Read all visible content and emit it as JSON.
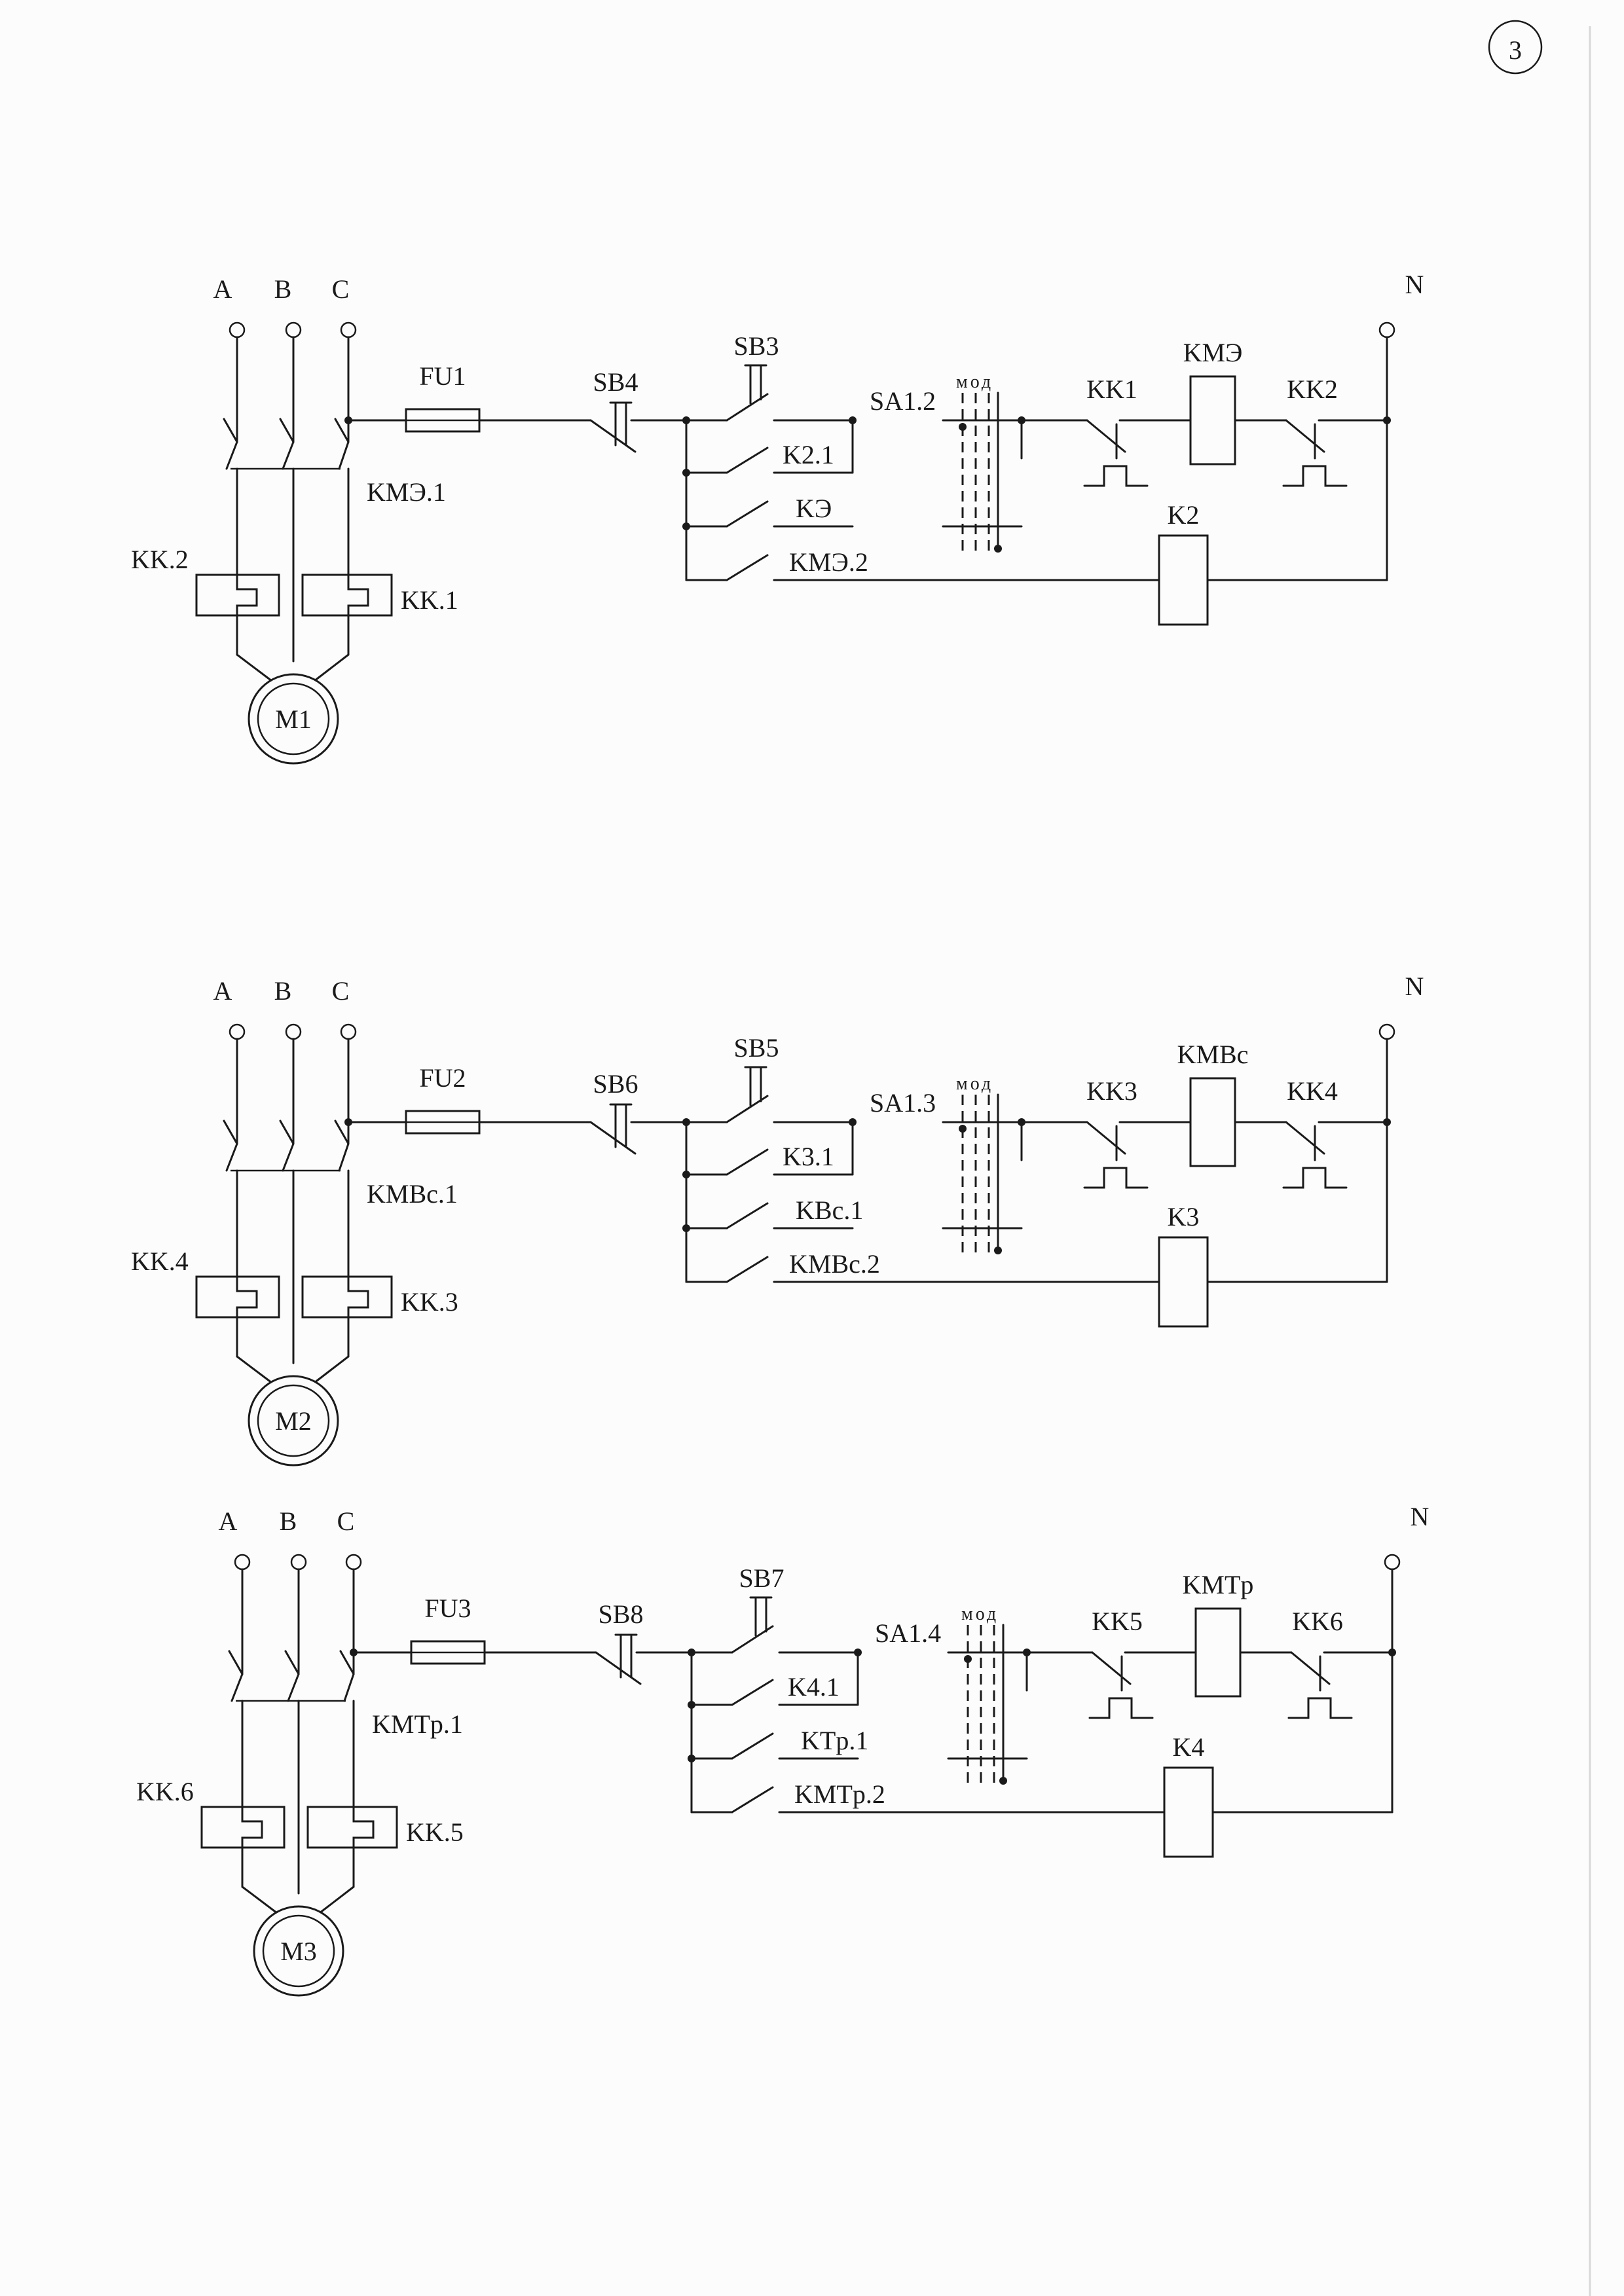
{
  "sheet": {
    "page_number": "3"
  },
  "circuits": [
    {
      "phases": [
        "A",
        "B",
        "C"
      ],
      "neutral": "N",
      "fuse": "FU1",
      "stop_button": "SB4",
      "start_button": "SB3",
      "selector": "SA1.2",
      "selector_mode": "мод",
      "overload_contact_1": "KK1",
      "overload_contact_2": "KK2",
      "contactor_coil": "KMЭ",
      "relay_coil": "K2",
      "branch_contacts": [
        "K2.1",
        "KЭ",
        "KMЭ.2"
      ],
      "main_contact": "KMЭ.1",
      "thermal_left": "KK.2",
      "thermal_right": "KK.1",
      "motor": "M1"
    },
    {
      "phases": [
        "A",
        "B",
        "C"
      ],
      "neutral": "N",
      "fuse": "FU2",
      "stop_button": "SB6",
      "start_button": "SB5",
      "selector": "SA1.3",
      "selector_mode": "мод",
      "overload_contact_1": "KK3",
      "overload_contact_2": "KK4",
      "contactor_coil": "KMBc",
      "relay_coil": "K3",
      "branch_contacts": [
        "K3.1",
        "KBc.1",
        "KMBc.2"
      ],
      "main_contact": "KMBc.1",
      "thermal_left": "KK.4",
      "thermal_right": "KK.3",
      "motor": "M2"
    },
    {
      "phases": [
        "A",
        "B",
        "C"
      ],
      "neutral": "N",
      "fuse": "FU3",
      "stop_button": "SB8",
      "start_button": "SB7",
      "selector": "SA1.4",
      "selector_mode": "мод",
      "overload_contact_1": "KK5",
      "overload_contact_2": "KK6",
      "contactor_coil": "KMTp",
      "relay_coil": "K4",
      "branch_contacts": [
        "K4.1",
        "KTp.1",
        "KMTp.2"
      ],
      "main_contact": "KMTp.1",
      "thermal_left": "KK.6",
      "thermal_right": "KK.5",
      "motor": "M3"
    }
  ]
}
